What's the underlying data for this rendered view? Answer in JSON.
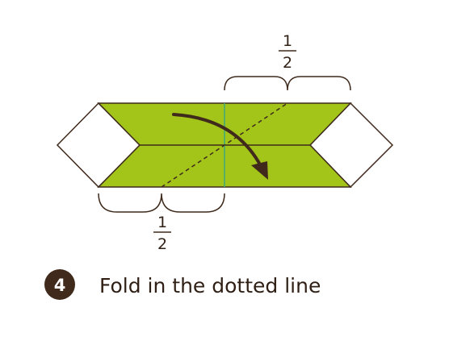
{
  "colors": {
    "paper_green": "#a3c419",
    "paper_dark_edge": "#3f2a1c",
    "crease_green": "#3ca87a",
    "brace_dark": "#3f2a1c",
    "step_badge": "#3f2a1c",
    "instruction_text": "#2f1f14"
  },
  "fraction_top": {
    "numerator": "1",
    "denominator": "2"
  },
  "fraction_bottom": {
    "numerator": "1",
    "denominator": "2"
  },
  "step": {
    "number": "4",
    "instruction": "Fold in the dotted line"
  }
}
